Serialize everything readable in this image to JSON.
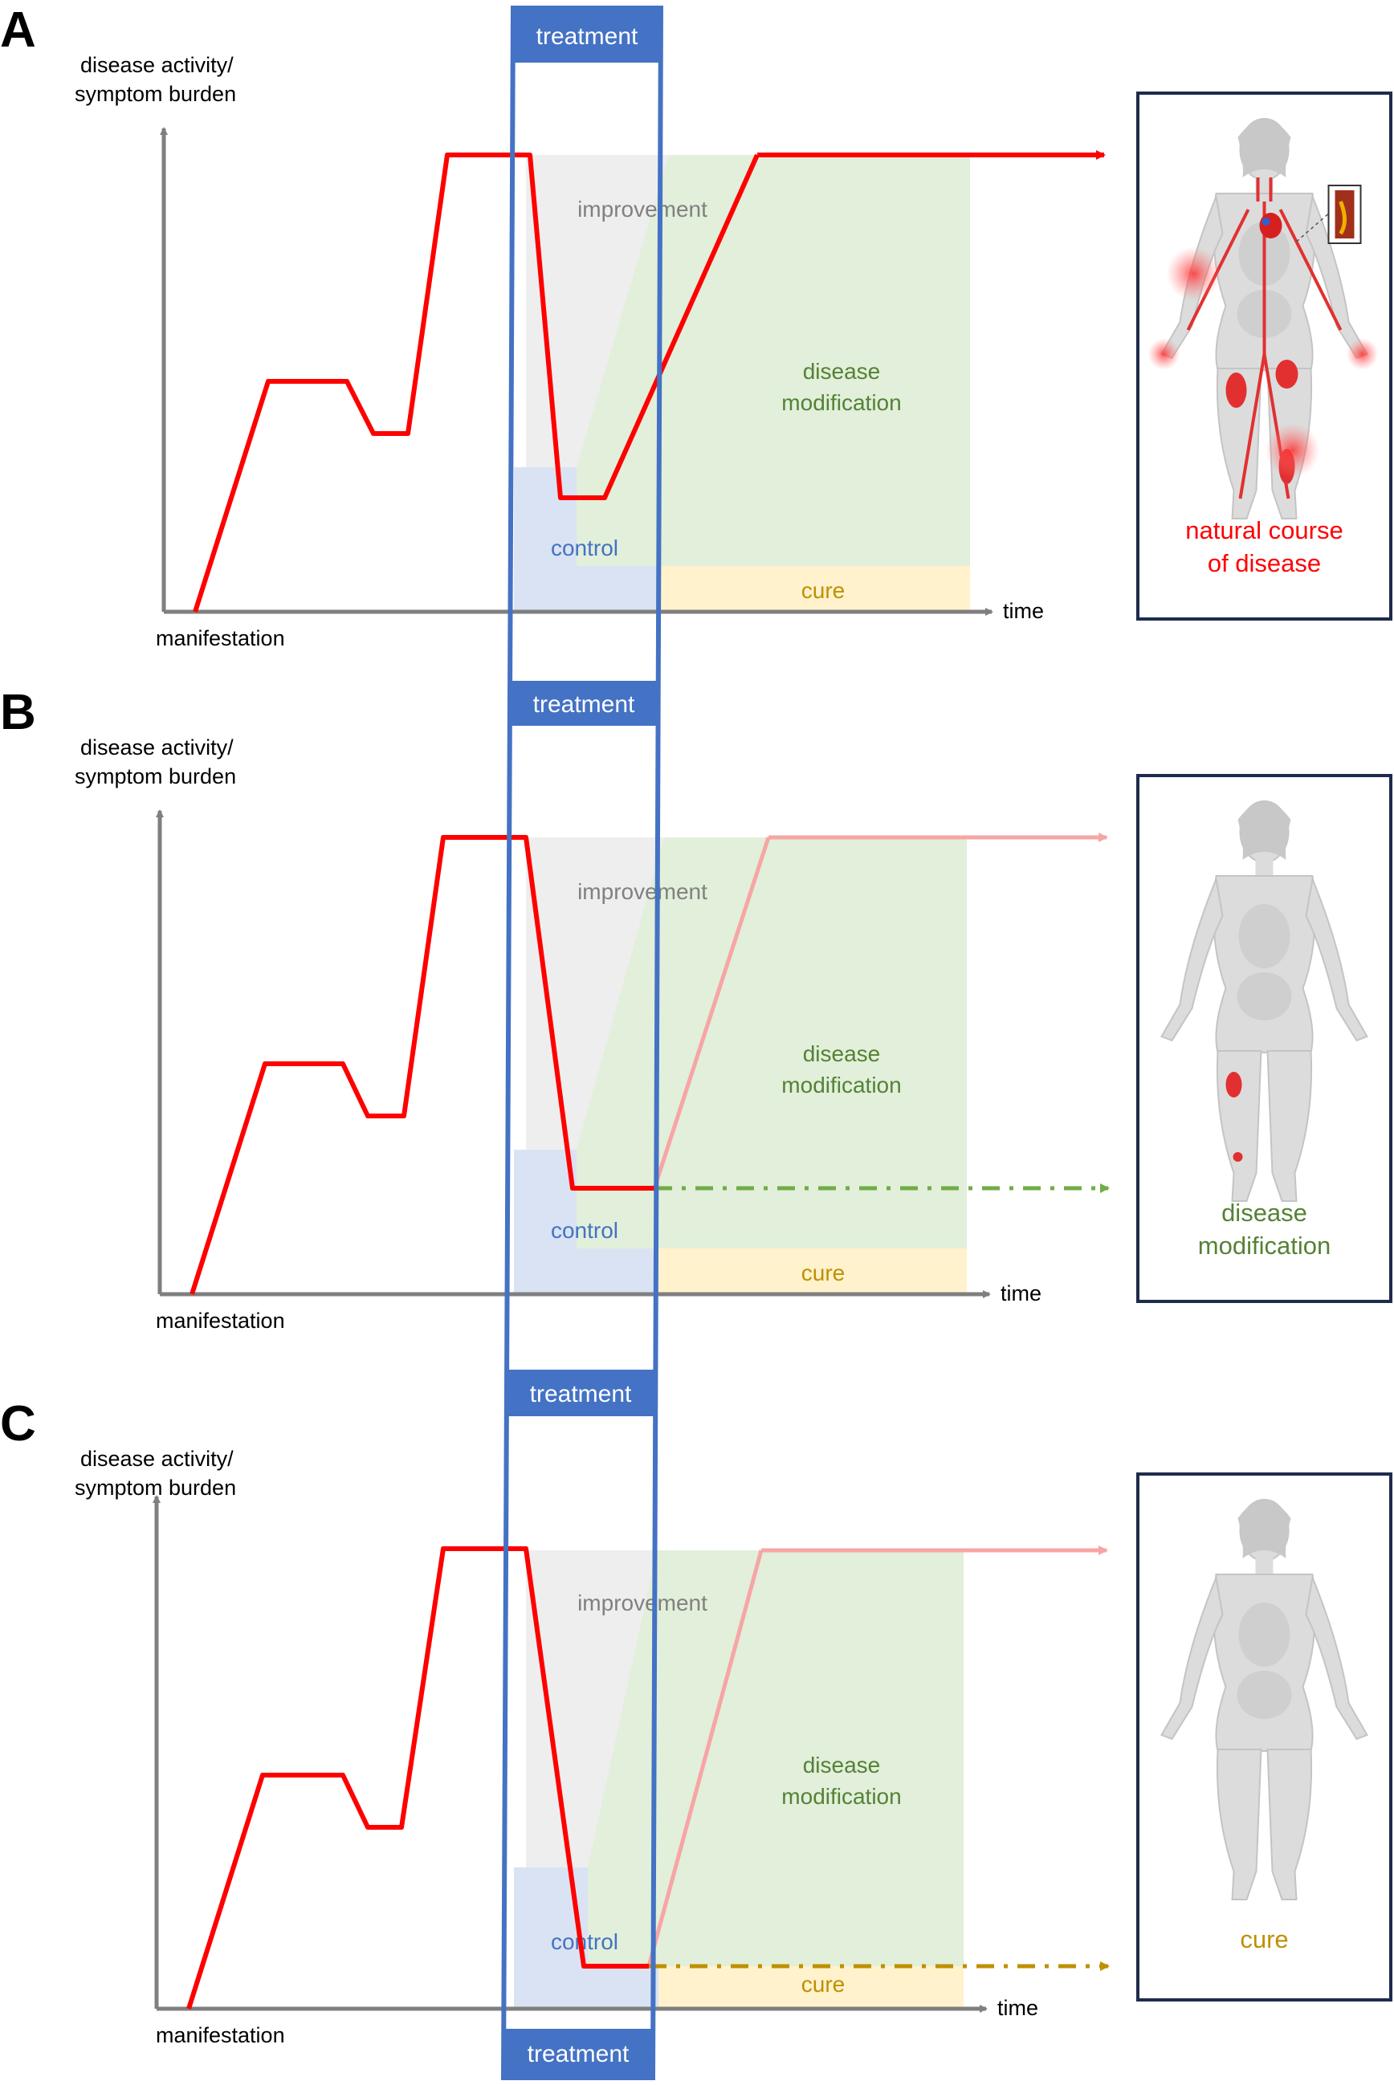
{
  "treatment_label": "treatment",
  "axes": {
    "y_label_line1": "disease activity/",
    "y_label_line2": "symptom burden",
    "x_label": "time",
    "origin_label": "manifestation"
  },
  "zones": {
    "improvement": "improvement",
    "control": "control",
    "modification_line1": "disease",
    "modification_line2": "modification",
    "cure": "cure"
  },
  "colors": {
    "disease_course": "#ff0000",
    "faded_course": "#f7a5a5",
    "treatment": "#4472c4",
    "improvement_zone": "#eeeeee",
    "control_zone": "#dae3f3",
    "modification_zone": "#e2efda",
    "cure_zone": "#fff2cc",
    "modification_text": "#548235",
    "cure_text": "#bf9000",
    "control_text": "#4472c4",
    "improvement_text": "#808080"
  },
  "panels": [
    {
      "letter": "A",
      "outcome": "natural course",
      "caption_line1": "natural course",
      "caption_line2": "of disease",
      "caption_color": "#ff0000"
    },
    {
      "letter": "B",
      "outcome": "disease modification",
      "caption_line1": "disease",
      "caption_line2": "modification",
      "caption_color": "#548235"
    },
    {
      "letter": "C",
      "outcome": "cure",
      "caption_line1": "cure",
      "caption_line2": "",
      "caption_color": "#bf9000"
    }
  ]
}
